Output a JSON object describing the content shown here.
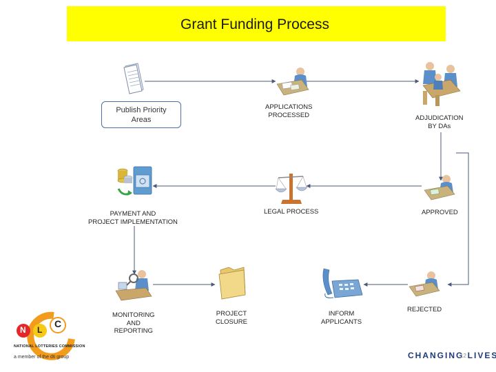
{
  "title": "Grant Funding Process",
  "publish_box": {
    "line1": "Publish Priority",
    "line2": "Areas"
  },
  "steps": {
    "applications": {
      "line1": "APPLICATIONS",
      "line2": "PROCESSED"
    },
    "adjudication": {
      "line1": "ADJUDICATION",
      "line2": "BY DAs"
    },
    "approved": {
      "line1": "APPROVED"
    },
    "legal": {
      "line1": "LEGAL PROCESS"
    },
    "payment": {
      "line1": "PAYMENT AND",
      "line2": "PROJECT IMPLEMENTATION"
    },
    "monitoring": {
      "line1": "MONITORING",
      "line2": "AND",
      "line3": "REPORTING"
    },
    "closure": {
      "line1": "PROJECT",
      "line2": "CLOSURE"
    },
    "inform": {
      "line1": "INFORM",
      "line2": "APPLICANTS"
    },
    "rejected": {
      "line1": "REJECTED"
    }
  },
  "footer": {
    "logo_letters": [
      "N",
      "L",
      "C"
    ],
    "logo_name": "NATIONAL LOTTERIES COMMISSION",
    "logo_sub": "a member of the dti group",
    "tagline": "CHANGING LIVES",
    "page_number": "12"
  },
  "colors": {
    "title_bg": "#ffff00",
    "arrow": "#4a5a78",
    "person": "#5b8fc9",
    "tagline": "#1f3a78"
  }
}
